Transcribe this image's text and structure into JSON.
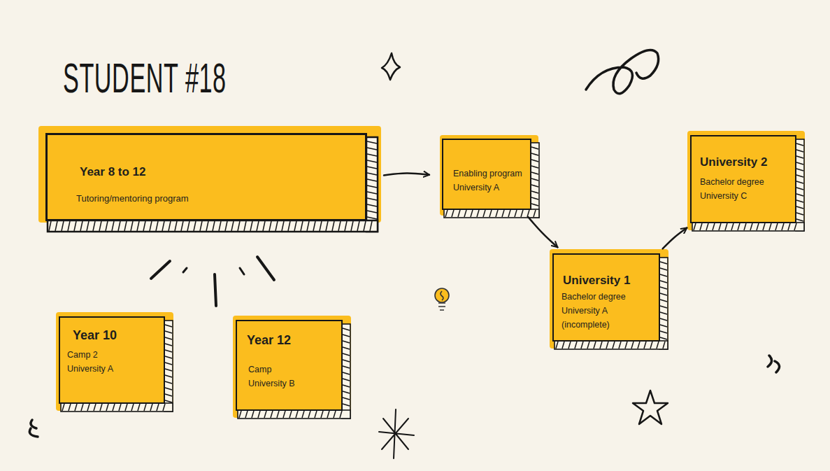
{
  "diagram": {
    "title": "STUDENT #18",
    "nodes": [
      {
        "text": [
          "Year 8 to 12",
          "Tutoring/mentoring program"
        ]
      },
      {
        "text": [
          "Year 10",
          "Camp 2 University A"
        ]
      },
      {
        "text": [
          "Year 12",
          "Camp University B"
        ]
      },
      {
        "text": [
          "Enabling program University A"
        ]
      },
      {
        "text": [
          "University 1",
          "Bachelor degree University A (incomplete)"
        ]
      },
      {
        "text": [
          "University 2",
          "Bachelor degree University C"
        ]
      }
    ],
    "edges": [
      {
        "from": 0,
        "to": 3,
        "arrow": "to"
      },
      {
        "from": 3,
        "to": 4,
        "arrow": "to"
      },
      {
        "from": 4,
        "to": 5,
        "arrow": "to"
      }
    ]
  }
}
